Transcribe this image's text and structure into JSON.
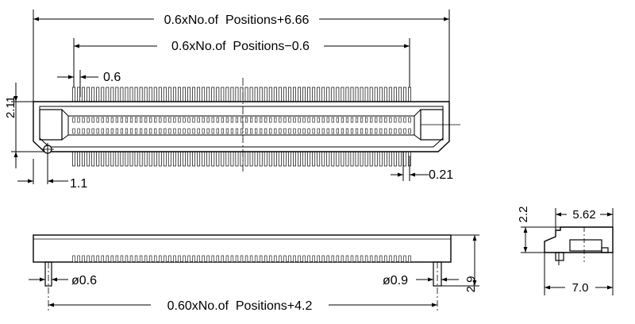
{
  "top_view": {
    "overall_length": "0.6xNo.of  Positions+6.66",
    "pitch_span": "0.6xNo.of  Positions−0.6",
    "pitch": "0.6",
    "height": "2.11",
    "offset_left": "1.1",
    "offset_right": "0.21"
  },
  "side_view": {
    "post_left": "ø0.6",
    "post_right": "ø0.9",
    "post_span": "0.60xNo.of  Positions+4.2",
    "height": "2.9"
  },
  "end_view": {
    "height": "2.2",
    "inner_width": "5.62",
    "outer_width": "7.0"
  }
}
